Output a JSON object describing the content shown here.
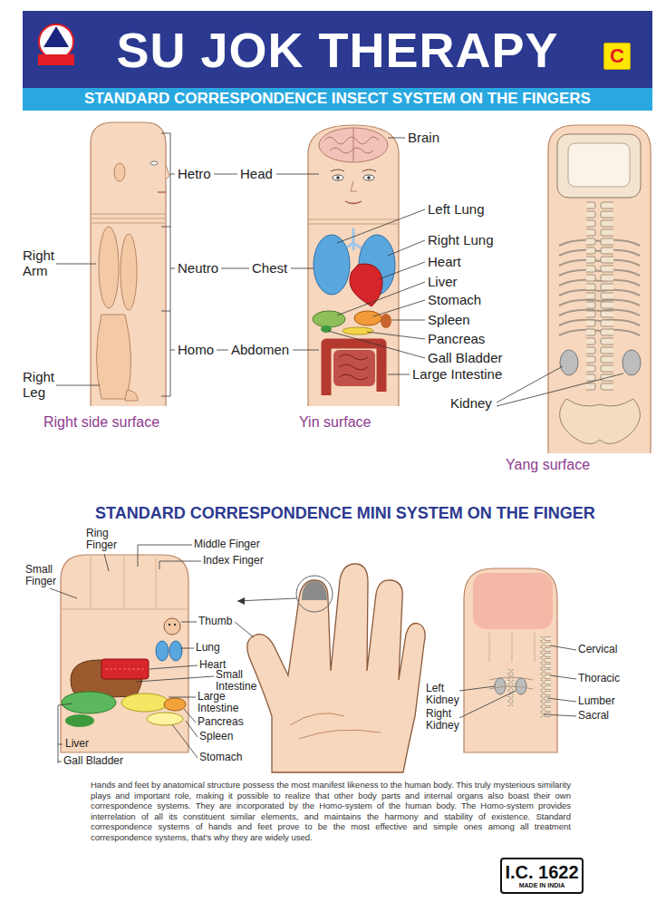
{
  "diagram": {
    "title": "SU JOK THERAPY",
    "nodes": [
      {
        "text": [
          "C"
        ]
      },
      {
        "text": [
          "STANDARD CORRESPONDENCE INSECT SYSTEM ON THE FINGERS"
        ]
      },
      {
        "text": [
          "I.C. 1622",
          "MADE IN INDIA"
        ]
      }
    ],
    "labels": [
      "Hetro",
      "Head",
      "Right Arm",
      "Neutro",
      "Chest",
      "Homo",
      "Abdomen",
      "Right Leg",
      "Right side surface",
      "Brain",
      "Left Lung",
      "Right Lung",
      "Heart",
      "Liver",
      "Stomach",
      "Spleen",
      "Pancreas",
      "Gall Bladder",
      "Large Intestine",
      "Yin surface",
      "Kidney",
      "Yang surface",
      "STANDARD CORRESPONDENCE MINI SYSTEM ON THE FINGER",
      "Ring Finger",
      "Middle Finger",
      "Index Finger",
      "Small Finger",
      "Thumb",
      "Lung",
      "Heart",
      "Small Intestine",
      "Large Intestine",
      "Pancreas",
      "Spleen",
      "Stomach",
      "Liver",
      "Gall Bladder",
      "Cervical",
      "Left Kidney",
      "Thoracic",
      "Lumber",
      "Right Kidney",
      "Sacral",
      "Hands and feet by anatomical structure possess the most manifest likeness to the human body. This truly mysterious similarity plays and important role, making it possible to realize that other body parts and internal organs also boast their own correspondence systems. They are incorporated by the Homo-system of the human body. The Homo-system provides interrelation of all its constituent similar elements, and maintains the harmony and stability of existence. Standard correspondence systems of hands and feet prove to be the most effective and simple ones among all treatment correspondence systems, that's why they are widely used."
    ]
  }
}
